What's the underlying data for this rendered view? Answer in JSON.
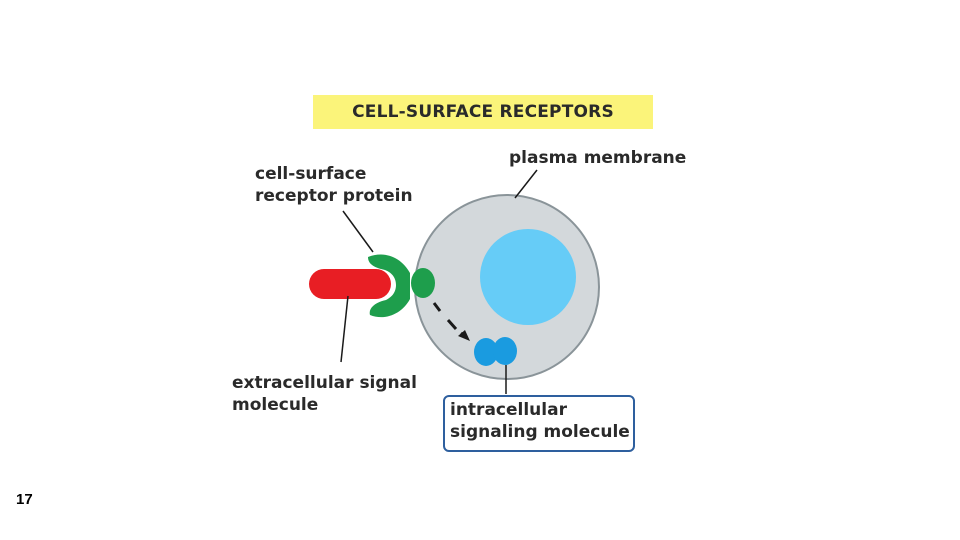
{
  "title": "CELL-SURFACE RECEPTORS",
  "labels": {
    "receptor_line1": "cell-surface",
    "receptor_line2": "receptor protein",
    "membrane": "plasma membrane",
    "extracellular_line1": "extracellular signal",
    "extracellular_line2": "molecule",
    "intracellular_line1": "intracellular",
    "intracellular_line2": "signaling molecule"
  },
  "slide_number": "17",
  "colors": {
    "title_banner": "#fbf47a",
    "cell_fill": "#d3d8db",
    "cell_outline": "#8a9499",
    "nucleus": "#66ccf7",
    "receptor": "#1e9e4c",
    "signal_molecule": "#e81e24",
    "intracellular_molecule": "#1a9be0",
    "box_border": "#2e5f9e"
  }
}
